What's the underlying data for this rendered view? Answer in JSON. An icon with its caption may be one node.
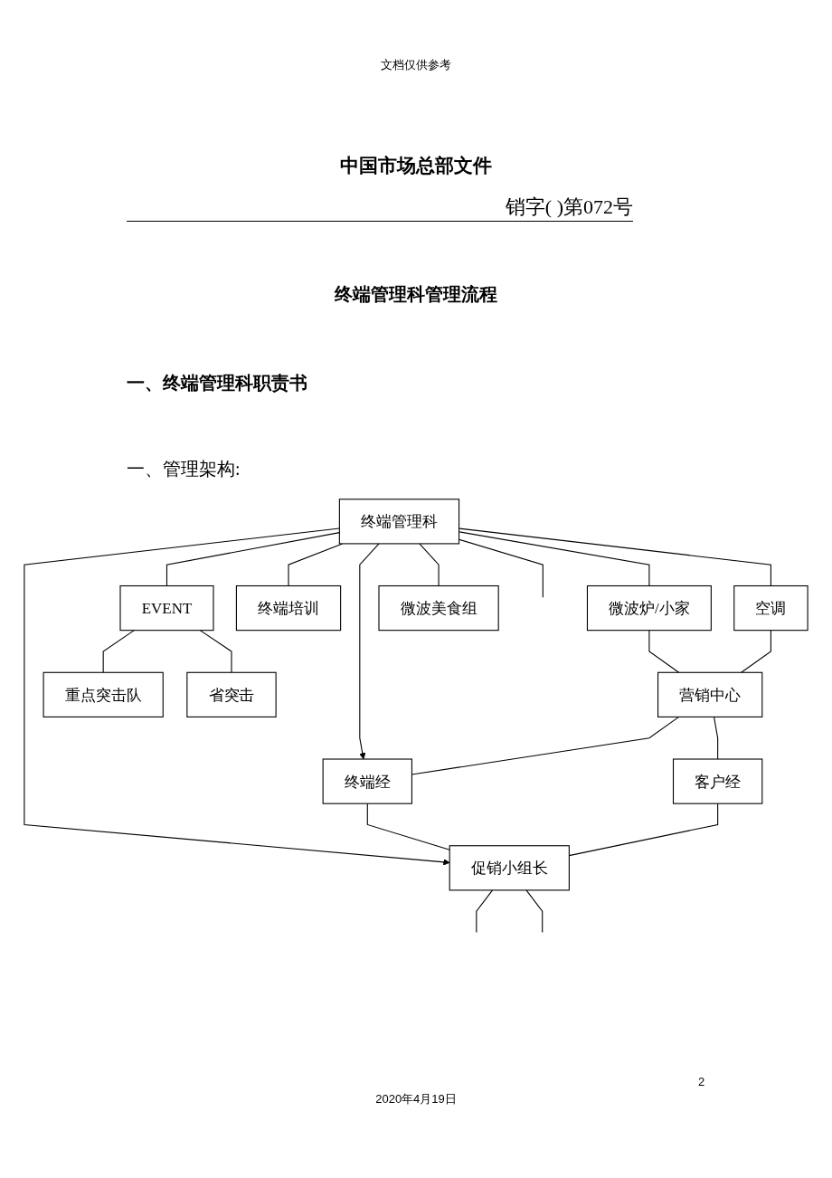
{
  "diagram": {
    "title": "终端管理科管理流程",
    "nodes": [
      {
        "text": [
          "终端管理科"
        ]
      },
      {
        "text": [
          "微波炉/小家"
        ]
      },
      {
        "text": [
          "空调"
        ]
      },
      {
        "text": [
          "终端培训"
        ]
      },
      {
        "text": [
          "EVENT"
        ]
      },
      {
        "text": [
          "微波美食组"
        ]
      },
      {
        "text": [
          "营销中心"
        ]
      },
      {
        "text": [
          "重点突击队"
        ]
      },
      {
        "text": [
          "省突击"
        ]
      },
      {
        "text": [
          "终端经"
        ]
      },
      {
        "text": [
          "客户经"
        ]
      },
      {
        "text": [
          "促销小组长"
        ]
      }
    ],
    "edges": [
      {
        "from": 0,
        "to": null,
        "arrow": "none"
      },
      {
        "from": 0,
        "to": 9,
        "arrow": "to"
      },
      {
        "from": 0,
        "to": 11,
        "arrow": "to"
      },
      {
        "from": 0,
        "to": 1,
        "arrow": "none"
      },
      {
        "from": 0,
        "to": 2,
        "arrow": "none"
      },
      {
        "from": 0,
        "to": 3,
        "arrow": "none"
      },
      {
        "from": 0,
        "to": 4,
        "arrow": "none"
      },
      {
        "from": 0,
        "to": 5,
        "arrow": "none"
      },
      {
        "from": 1,
        "to": 6,
        "arrow": "none"
      },
      {
        "from": 2,
        "to": 6,
        "arrow": "none"
      },
      {
        "from": 4,
        "to": 7,
        "arrow": "none"
      },
      {
        "from": 4,
        "to": 8,
        "arrow": "none"
      },
      {
        "from": 6,
        "to": 9,
        "arrow": "none"
      },
      {
        "from": 6,
        "to": 10,
        "arrow": "none"
      },
      {
        "from": 9,
        "to": 11,
        "arrow": "none"
      },
      {
        "from": 10,
        "to": 11,
        "arrow": "none"
      },
      {
        "from": 11,
        "to": null,
        "arrow": "none"
      },
      {
        "from": 11,
        "to": null,
        "arrow": "none"
      }
    ],
    "labels": [
      "文档仅供参考",
      "中国市场总部文件",
      "销字( )第072号",
      "一、终端管理科职责书",
      "一、管理架构:",
      "2",
      "2020年4月19日"
    ]
  }
}
